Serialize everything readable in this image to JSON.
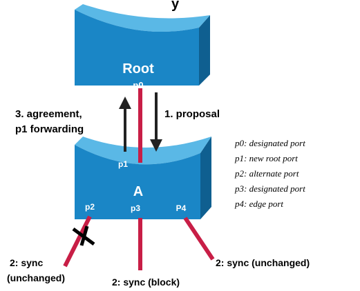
{
  "title_fragment": "y",
  "switches": {
    "root": {
      "label": "Root",
      "port": "p0"
    },
    "a": {
      "label": "A",
      "ports": {
        "p1": "p1",
        "p2": "p2",
        "p3": "p3",
        "p4": "P4"
      }
    }
  },
  "messages": {
    "agreement_line1": "3. agreement,",
    "agreement_line2": "p1 forwarding",
    "proposal": "1. proposal"
  },
  "sync": {
    "p2_line1": "2: sync",
    "p2_line2": "(unchanged)",
    "p3": "2: sync (block)",
    "p4": "2: sync (unchanged)"
  },
  "legend": [
    "p0: designated port",
    "p1: new root port",
    "p2: alternate port",
    "p3: designated port",
    "p4: edge port"
  ],
  "colors": {
    "switch_top": "#5ab8e6",
    "switch_front": "#1a86c6",
    "switch_side": "#0f5f90",
    "link": "#c81e46",
    "arrow": "#222222",
    "block_mark": "#000000"
  }
}
